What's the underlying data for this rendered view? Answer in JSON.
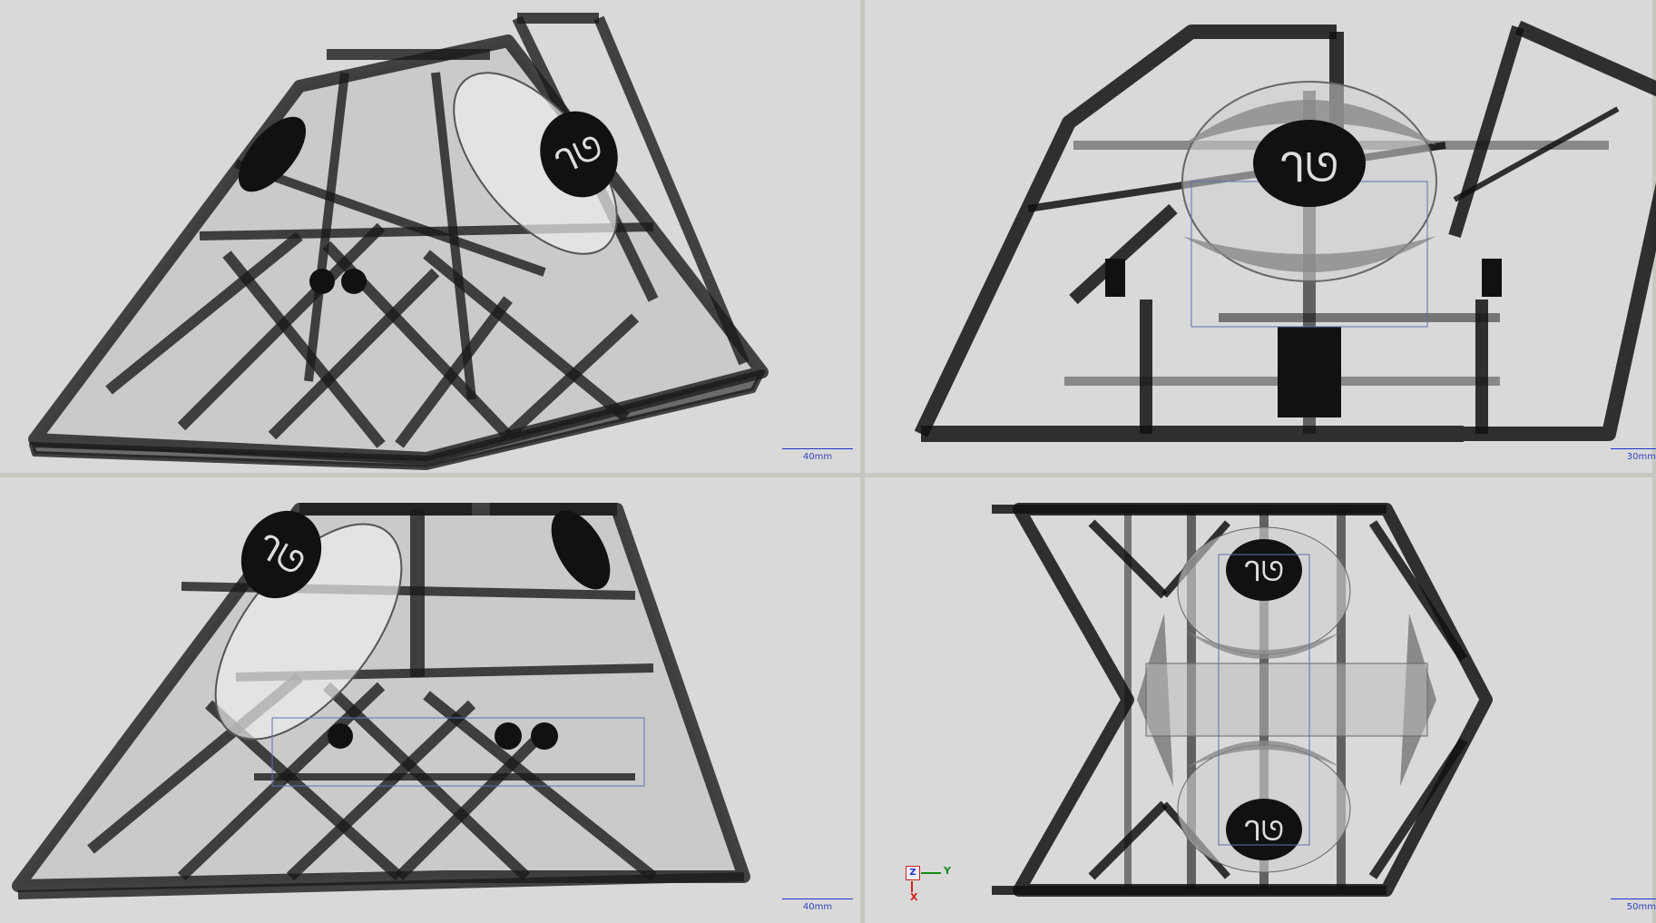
{
  "viewports": [
    {
      "id": "tl",
      "view": "isometric",
      "scale_label": "40mm"
    },
    {
      "id": "tr",
      "view": "front",
      "scale_label": "30mm"
    },
    {
      "id": "bl",
      "view": "isometric-alt",
      "scale_label": "40mm"
    },
    {
      "id": "br",
      "view": "top",
      "scale_label": "50mm"
    }
  ],
  "triad": {
    "z": "Z",
    "y": "Y",
    "x": "X"
  },
  "colors": {
    "frame": "#1a1a1a",
    "background": "#d9d9d9",
    "scale": "#2233cc"
  }
}
